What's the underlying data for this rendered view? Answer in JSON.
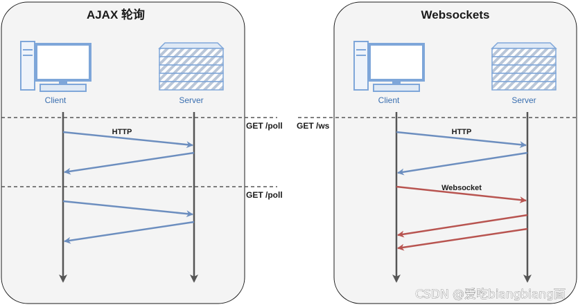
{
  "left_panel": {
    "title": "AJAX 轮询",
    "client_label": "Client",
    "server_label": "Server",
    "request_label": "HTTP",
    "poll_label_1": "GET /poll",
    "poll_label_2": "GET /poll"
  },
  "right_panel": {
    "title": "Websockets",
    "client_label": "Client",
    "server_label": "Server",
    "request_label": "HTTP",
    "ws_label": "GET /ws",
    "socket_label": "Websocket"
  },
  "watermark": "CSDN @爱吃biangbiang面",
  "colors": {
    "panel_fill": "#f4f4f4",
    "panel_border": "#1a1a1a",
    "http_arrow": "#6c8ebf",
    "socket_arrow": "#b85450",
    "lifeline": "#555555",
    "icon_blue": "#7ea6d9"
  }
}
